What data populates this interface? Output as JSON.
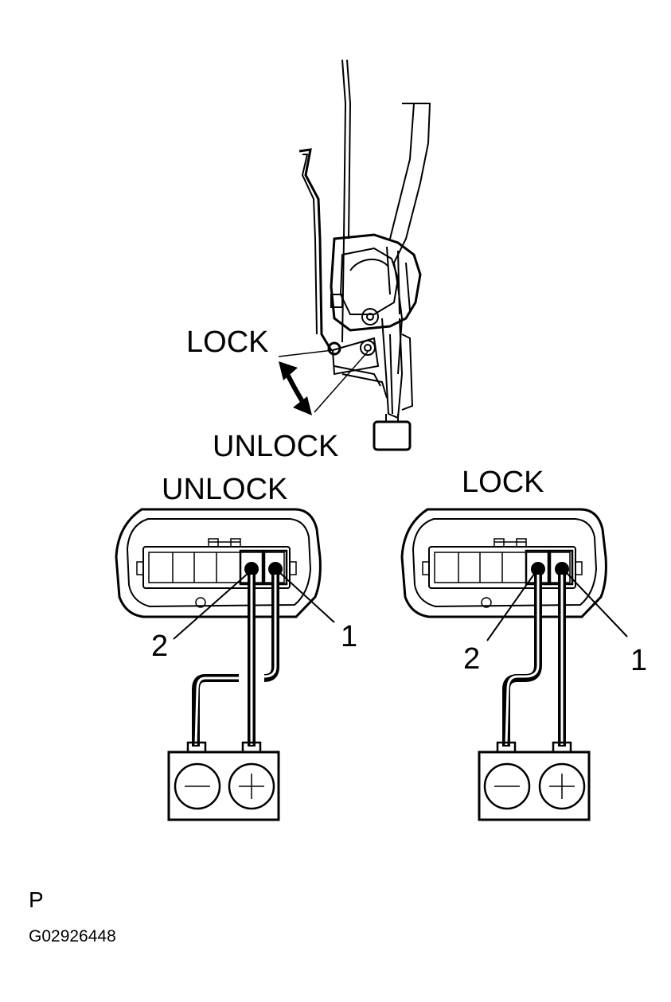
{
  "labels": {
    "mechanism_lock": "LOCK",
    "mechanism_unlock": "UNLOCK",
    "left_state": "UNLOCK",
    "right_state": "LOCK",
    "left_pin_2": "2",
    "left_pin_1": "1",
    "right_pin_2": "2",
    "right_pin_1": "1",
    "page_letter": "P",
    "figure_code": "G02926448"
  },
  "icons": {
    "arrow": "double-arrow-icon",
    "battery_negative": "minus-icon",
    "battery_positive": "plus-icon"
  }
}
